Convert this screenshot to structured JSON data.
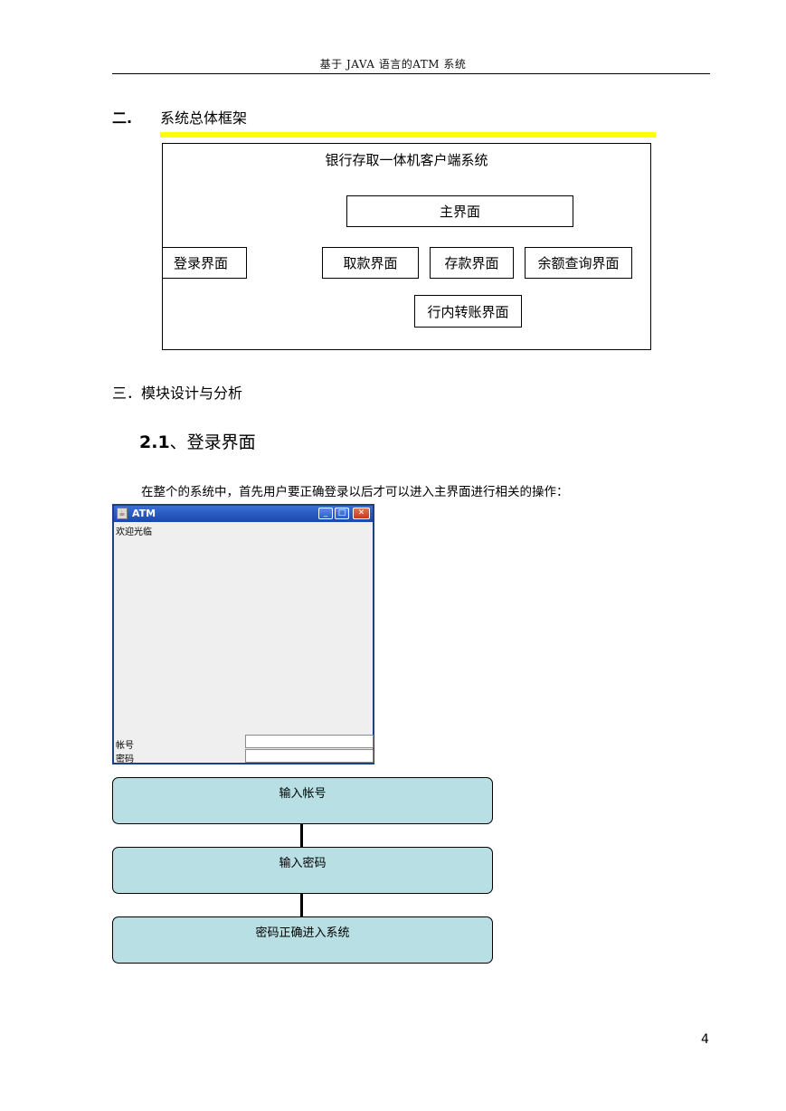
{
  "header": {
    "title": "基于 JAVA 语言的ATM 系统"
  },
  "section2": {
    "number": "二.",
    "title": "系统总体框架"
  },
  "framework": {
    "title": "银行存取一体机客户端系统",
    "main": "主界面",
    "login": "登录界面",
    "withdraw": "取款界面",
    "deposit": "存款界面",
    "balance": "余额查询界面",
    "transfer": "行内转账界面"
  },
  "section3": {
    "title": "三．模块设计与分析"
  },
  "subsection": {
    "number": "2.1",
    "title": "、登录界面"
  },
  "paragraph": "在整个的系统中，首先用户要正确登录以后才可以进入主界面进行相关的操作：",
  "atm_window": {
    "title": "ATM",
    "welcome": "欢迎光临",
    "account_label": "帐号",
    "password_label": "密码",
    "account_value": "",
    "password_value": ""
  },
  "flowchart": {
    "steps": [
      "输入帐号",
      "输入密码",
      "密码正确进入系统"
    ]
  },
  "page_number": "4"
}
